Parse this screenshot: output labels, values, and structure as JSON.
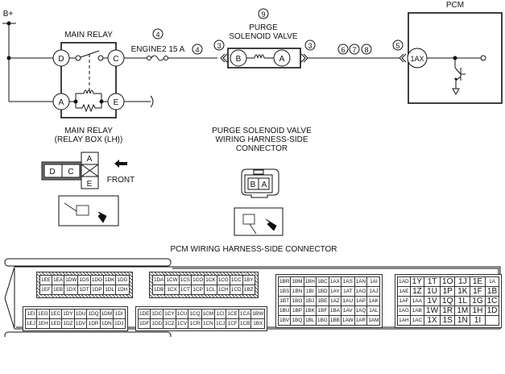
{
  "schematic": {
    "supply_label": "B+",
    "main_relay": {
      "title": "MAIN RELAY",
      "pins": {
        "d": "D",
        "c": "C",
        "a": "A",
        "e": "E"
      }
    },
    "fuse_label": "ENGINE2 15 A",
    "fuse_ref": "4",
    "wire_ref_after_fuse": "4",
    "purge_valve": {
      "ref": "9",
      "title_line1": "PURGE",
      "title_line2": "SOLENOID VALVE",
      "pins": {
        "b": "B",
        "a": "A"
      },
      "connector_ref_left": "3",
      "connector_ref_right": "3"
    },
    "harness_refs": [
      "6",
      "7",
      "8"
    ],
    "pcm_connector_ref": "5",
    "pcm": {
      "title": "PCM",
      "pin": "1AX"
    }
  },
  "relay_connector": {
    "title_line1": "MAIN RELAY",
    "title_line2": "(RELAY BOX (LH))",
    "pins": [
      "D",
      "C",
      "A",
      "E"
    ],
    "front_label": "FRONT"
  },
  "purge_connector": {
    "title_line1": "PURGE SOLENOID VALVE",
    "title_line2": "WIRING HARNESS-SIDE",
    "title_line3": "CONNECTOR",
    "pins": [
      "B",
      "A"
    ]
  },
  "pcm_connector": {
    "title": "PCM WIRING HARNESS-SIDE CONNECTOR",
    "block1_upper": [
      [
        "1EE",
        "1EA",
        "1DW",
        "1DS",
        "1DO",
        "1DK",
        "1DG"
      ],
      [
        "1EF",
        "1EB",
        "1DX",
        "1DT",
        "1DP",
        "1DL",
        "1DH"
      ]
    ],
    "block1_lower": [
      [
        "1EI",
        "1EG",
        "1EC",
        "1DY",
        "1DU",
        "1DQ",
        "1DM",
        "1DI"
      ],
      [
        "1EJ",
        "1EH",
        "1ED",
        "1DZ",
        "1DV",
        "1DR",
        "1DN",
        "1DJ"
      ]
    ],
    "block2_upper": [
      [
        "1DA",
        "1CW",
        "1CS",
        "1CO",
        "1CK",
        "1CG",
        "1CC",
        "1BY"
      ],
      [
        "1DB",
        "1CX",
        "1CT",
        "1CP",
        "1CL",
        "1CH",
        "1CD",
        "1BZ"
      ]
    ],
    "block2_lower": [
      [
        "1DE",
        "1DC",
        "1CY",
        "1CU",
        "1CQ",
        "1CM",
        "1CI",
        "1CE",
        "1CA",
        "1BW"
      ],
      [
        "1DF",
        "1DD",
        "1CZ",
        "1CV",
        "1CR",
        "1CN",
        "1CJ",
        "1CF",
        "1CB",
        "1BX"
      ]
    ],
    "block3": [
      [
        "1BR",
        "1BM",
        "1BH",
        "1BC",
        "1AX",
        "1AS",
        "1AN",
        "1AI"
      ],
      [
        "1BS",
        "1BN",
        "1BI",
        "1BD",
        "1AY",
        "1AT",
        "1AO",
        "1AJ"
      ],
      [
        "1BT",
        "1BO",
        "1BJ",
        "1BE",
        "1AZ",
        "1AU",
        "1AP",
        "1AK"
      ],
      [
        "1BU",
        "1BP",
        "1BK",
        "1BF",
        "1BA",
        "1AV",
        "1AQ",
        "1AL"
      ],
      [
        "1BV",
        "1BQ",
        "1BL",
        "1BG",
        "1BB",
        "1AW",
        "1AR",
        "1AM"
      ]
    ],
    "block4": [
      [
        "1AD",
        "1Y",
        "1T",
        "1O",
        "1J",
        "1E",
        "1A"
      ],
      [
        "1AE",
        "1Z",
        "1U",
        "1P",
        "1K",
        "1F",
        "1B"
      ],
      [
        "1AF",
        "1AA",
        "1V",
        "1Q",
        "1L",
        "1G",
        "1C"
      ],
      [
        "1AG",
        "1AB",
        "1W",
        "1R",
        "1M",
        "1H",
        "1D"
      ],
      [
        "1AH",
        "1AC",
        "1X",
        "1S",
        "1N",
        "1I",
        ""
      ]
    ]
  }
}
